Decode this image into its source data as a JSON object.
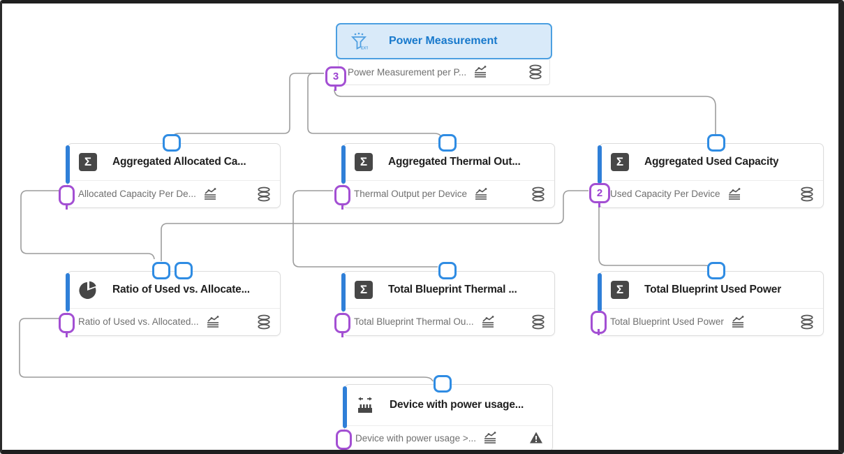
{
  "app": {
    "view": "metric-computation-pipeline-canvas"
  },
  "colors": {
    "accent_blue": "#2f7fd8",
    "port_blue": "#2f8ce3",
    "port_purple": "#a34fd3",
    "edge_gray": "#9c9c9c",
    "header_highlight_bg": "#d9eaf9",
    "header_highlight_border": "#4b9fe1",
    "header_highlight_text": "#1879cc",
    "icon_dark": "#474747",
    "title_text": "#1f1f1f",
    "subtitle_text": "#6f6f6f"
  },
  "nodes": {
    "power_measurement": {
      "title": "Power Measurement",
      "subtitle": "Power Measurement per P...",
      "badge": "3",
      "header_icon": "funnel-ext-icon",
      "subtitle_icons": [
        "chart-icon",
        "database-icon"
      ]
    },
    "agg_allocated": {
      "title": "Aggregated Allocated Ca...",
      "subtitle": "Allocated Capacity Per De...",
      "header_icon": "sigma-icon",
      "subtitle_icons": [
        "chart-icon",
        "database-icon"
      ]
    },
    "agg_thermal": {
      "title": "Aggregated Thermal Out...",
      "subtitle": "Thermal Output per Device",
      "header_icon": "sigma-icon",
      "subtitle_icons": [
        "chart-icon",
        "database-icon"
      ]
    },
    "agg_used": {
      "title": "Aggregated Used Capacity",
      "subtitle": "Used Capacity Per Device",
      "badge": "2",
      "header_icon": "sigma-icon",
      "subtitle_icons": [
        "chart-icon",
        "database-icon"
      ]
    },
    "ratio": {
      "title": "Ratio of Used vs. Allocate...",
      "subtitle": "Ratio of Used vs. Allocated...",
      "header_icon": "pie-icon",
      "subtitle_icons": [
        "chart-icon",
        "database-icon"
      ]
    },
    "bp_thermal": {
      "title": "Total Blueprint Thermal ...",
      "subtitle": "Total Blueprint Thermal Ou...",
      "header_icon": "sigma-icon",
      "subtitle_icons": [
        "chart-icon",
        "database-icon"
      ]
    },
    "bp_used": {
      "title": "Total Blueprint Used Power",
      "subtitle": "Total Blueprint Used Power",
      "header_icon": "sigma-icon",
      "subtitle_icons": [
        "chart-icon",
        "database-icon"
      ]
    },
    "device": {
      "title": "Device with power usage...",
      "subtitle": "Device with power usage >...",
      "header_icon": "ruler-arrows-icon",
      "subtitle_icons": [
        "chart-icon",
        "warning-icon"
      ]
    }
  },
  "edges": [
    {
      "from": "power_measurement",
      "to": "agg_allocated"
    },
    {
      "from": "power_measurement",
      "to": "agg_thermal"
    },
    {
      "from": "power_measurement",
      "to": "agg_used"
    },
    {
      "from": "agg_allocated",
      "to": "ratio"
    },
    {
      "from": "agg_used",
      "to": "ratio"
    },
    {
      "from": "agg_thermal",
      "to": "bp_thermal"
    },
    {
      "from": "agg_used",
      "to": "bp_used"
    },
    {
      "from": "ratio",
      "to": "device"
    }
  ]
}
